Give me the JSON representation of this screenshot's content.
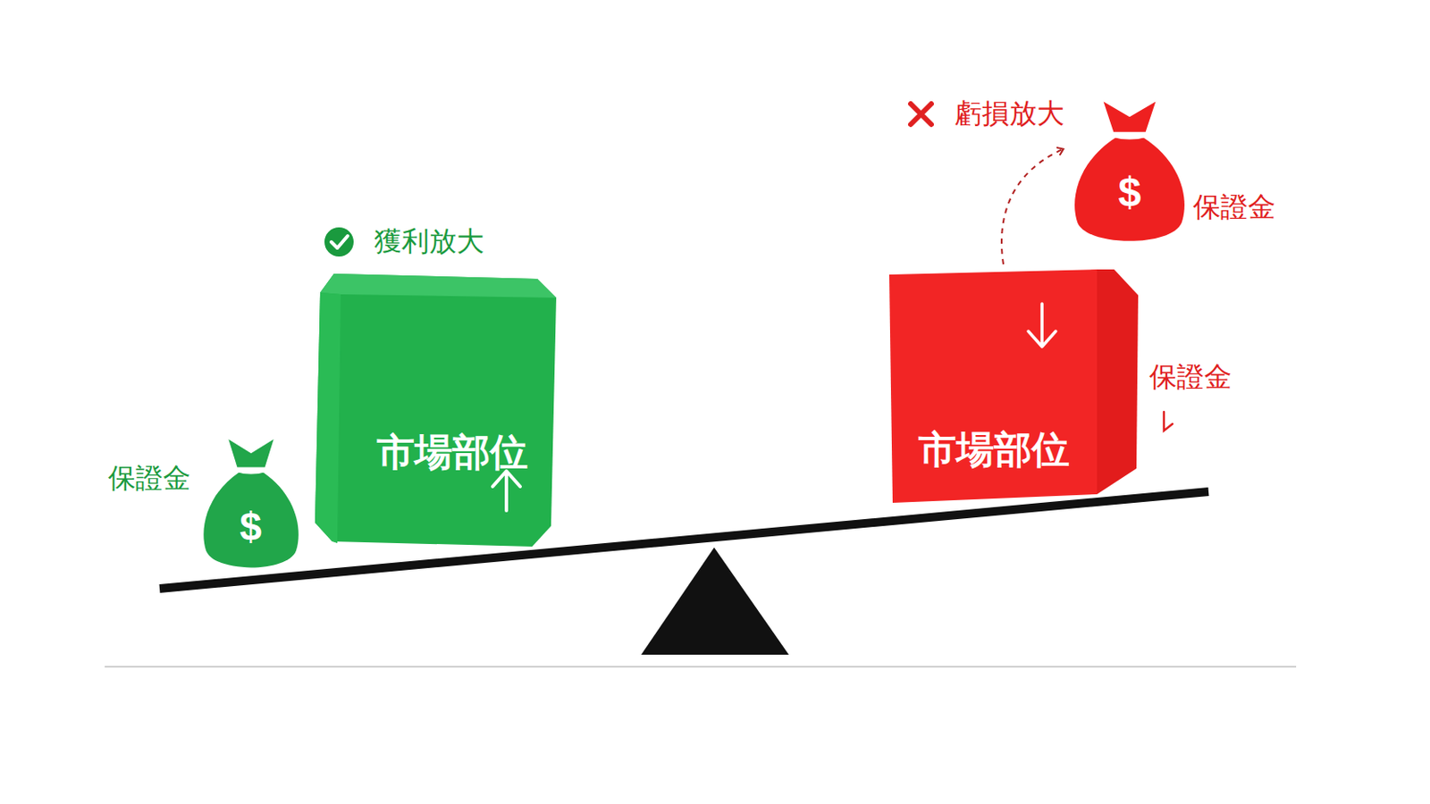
{
  "diagram": {
    "nodes": [
      {
        "text": [
          "保證金",
          "$"
        ]
      },
      {
        "text": [
          "市場部位"
        ]
      },
      {
        "text": [
          "市場部位"
        ]
      },
      {
        "text": [
          "$",
          "保證金"
        ]
      }
    ],
    "labels": [
      "獲利放大",
      "虧損放大",
      "保證金"
    ]
  }
}
